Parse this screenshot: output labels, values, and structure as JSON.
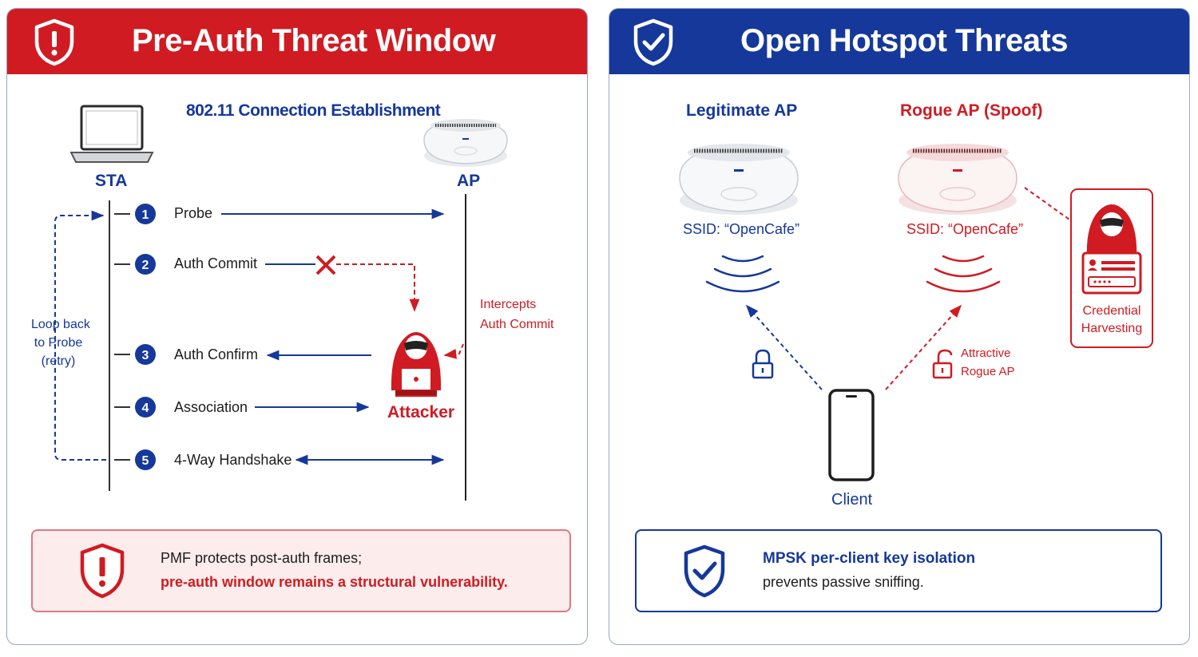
{
  "colors": {
    "red": "#d01b22",
    "blue": "#15389a",
    "dark": "#1c1c1c"
  },
  "left": {
    "title": "Pre-Auth Threat Window",
    "header_icon": "shield-exclamation-icon",
    "subtitle": "802.11 Connection Establishment",
    "sta_label": "STA",
    "ap_label": "AP",
    "steps": [
      {
        "num": "1",
        "label": "Probe"
      },
      {
        "num": "2",
        "label": "Auth Commit"
      },
      {
        "num": "3",
        "label": "Auth Confirm"
      },
      {
        "num": "4",
        "label": "Association"
      },
      {
        "num": "5",
        "label": "4-Way Handshake"
      }
    ],
    "loop_label": [
      "Loop back",
      "to Probe",
      "(retry)"
    ],
    "intercept_label": [
      "Intercepts",
      "Auth Commit"
    ],
    "attacker_label": "Attacker",
    "callout_line1": "PMF protects post-auth frames;",
    "callout_line2": "pre-auth window remains a structural vulnerability."
  },
  "right": {
    "title": "Open Hotspot Threats",
    "header_icon": "shield-check-icon",
    "legit_label": "Legitimate AP",
    "rogue_label": "Rogue AP (Spoof)",
    "legit_ssid": "SSID: “OpenCafe”",
    "rogue_ssid": "SSID: “OpenCafe”",
    "attractive_label": [
      "Attractive",
      "Rogue AP"
    ],
    "credential_label": [
      "Credential",
      "Harvesting"
    ],
    "client_label": "Client",
    "callout_line1": "MPSK per-client key isolation",
    "callout_line2": "prevents passive sniffing."
  }
}
